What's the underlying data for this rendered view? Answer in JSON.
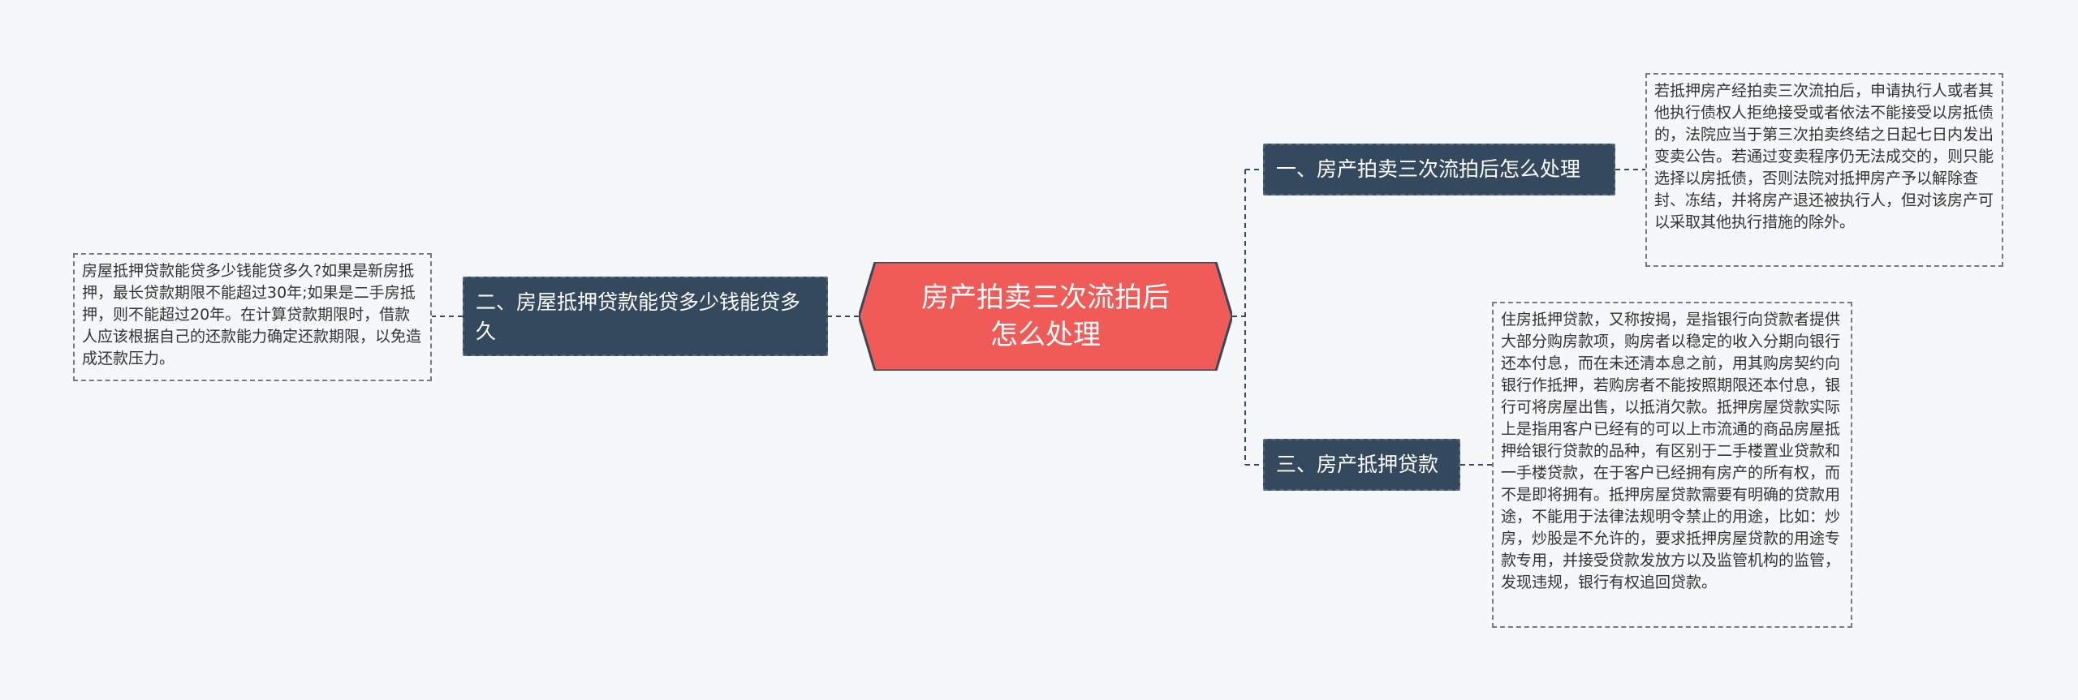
{
  "colors": {
    "background": "#f6f7f9",
    "center_fill": "#f05a57",
    "branch_fill": "#34495e",
    "connector": "#3a4a5a",
    "leaf_border": "#7a7a7a"
  },
  "center": {
    "text": "房产拍卖三次流拍后怎么处理"
  },
  "branches": [
    {
      "label": "一、房产拍卖三次流拍后怎么处理",
      "detail": "若抵押房产经拍卖三次流拍后，申请执行人或者其他执行债权人拒绝接受或者依法不能接受以房抵债的，法院应当于第三次拍卖终结之日起七日内发出变卖公告。若通过变卖程序仍无法成交的，则只能选择以房抵债，否则法院对抵押房产予以解除查封、冻结，并将房产退还被执行人，但对该房产可以采取其他执行措施的除外。"
    },
    {
      "label": "二、房屋抵押贷款能贷多少钱能贷多久",
      "detail": "房屋抵押贷款能贷多少钱能贷多久?如果是新房抵押，最长贷款期限不能超过30年;如果是二手房抵押，则不能超过20年。在计算贷款期限时，借款人应该根据自己的还款能力确定还款期限，以免造成还款压力。"
    },
    {
      "label": "三、房产抵押贷款",
      "detail": "住房抵押贷款，又称按揭，是指银行向贷款者提供大部分购房款项，购房者以稳定的收入分期向银行还本付息，而在未还清本息之前，用其购房契约向银行作抵押，若购房者不能按照期限还本付息，银行可将房屋出售，以抵消欠款。抵押房屋贷款实际上是指用客户已经有的可以上市流通的商品房屋抵押给银行贷款的品种，有区别于二手楼置业贷款和一手楼贷款，在于客户已经拥有房产的所有权，而不是即将拥有。抵押房屋贷款需要有明确的贷款用途，不能用于法律法规明令禁止的用途，比如：炒房，炒股是不允许的，要求抵押房屋贷款的用途专款专用，并接受贷款发放方以及监管机构的监管，发现违规，银行有权追回贷款。"
    }
  ]
}
